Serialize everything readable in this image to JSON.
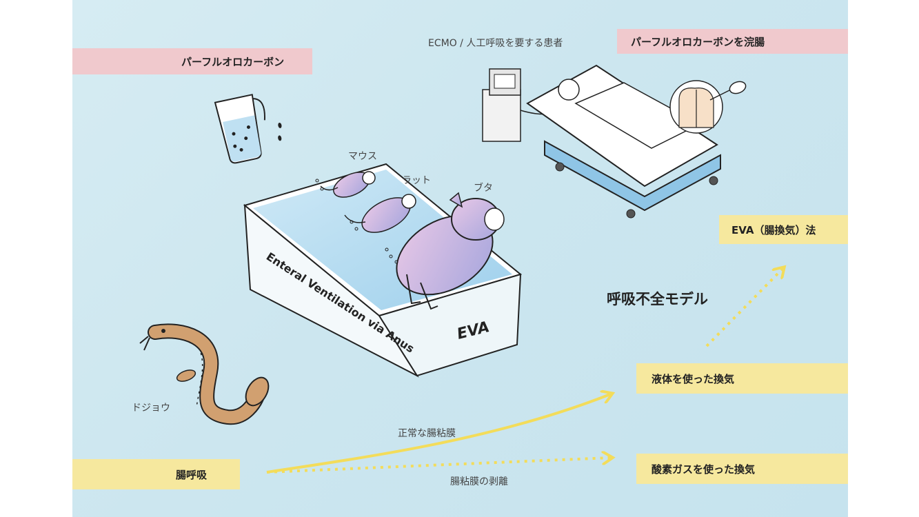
{
  "labels": {
    "perfluoro": "パーフルオロカーボン",
    "perfluoro_enema": "パーフルオロカーボンを浣腸",
    "ecmo": "ECMO / 人工呼吸を要する患者",
    "mouse": "マウス",
    "rat": "ラット",
    "pig": "ブタ",
    "tank_side": "Enteral Ventilation via Anus",
    "tank_front": "EVA",
    "loach": "ドジョウ",
    "eva_method": "EVA（腸換気）法",
    "resp_failure": "呼吸不全モデル",
    "liquid_vent": "液体を使った換気",
    "oxygen_vent": "酸素ガスを使った換気",
    "gut_breathing": "腸呼吸",
    "normal_mucosa": "正常な腸粘膜",
    "mucosa_peeling": "腸粘膜の剥離"
  },
  "colors": {
    "pink_tag": "#f0c9cd",
    "yellow_tag": "#f6e89e",
    "arrow": "#f3dc5a",
    "background": "#cfe8f0"
  }
}
